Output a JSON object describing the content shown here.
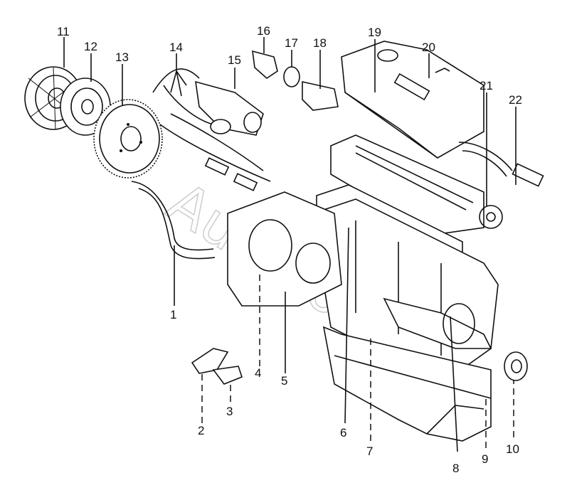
{
  "watermark": "Autodoc",
  "callouts": [
    {
      "id": "1",
      "label": "1"
    },
    {
      "id": "2",
      "label": "2"
    },
    {
      "id": "3",
      "label": "3"
    },
    {
      "id": "4",
      "label": "4"
    },
    {
      "id": "5",
      "label": "5"
    },
    {
      "id": "6",
      "label": "6"
    },
    {
      "id": "7",
      "label": "7"
    },
    {
      "id": "8",
      "label": "8"
    },
    {
      "id": "9",
      "label": "9"
    },
    {
      "id": "10",
      "label": "10"
    },
    {
      "id": "11",
      "label": "11"
    },
    {
      "id": "12",
      "label": "12"
    },
    {
      "id": "13",
      "label": "13"
    },
    {
      "id": "14",
      "label": "14"
    },
    {
      "id": "15",
      "label": "15"
    },
    {
      "id": "16",
      "label": "16"
    },
    {
      "id": "17",
      "label": "17"
    },
    {
      "id": "18",
      "label": "18"
    },
    {
      "id": "19",
      "label": "19"
    },
    {
      "id": "20",
      "label": "20"
    },
    {
      "id": "21",
      "label": "21"
    },
    {
      "id": "22",
      "label": "22"
    }
  ]
}
